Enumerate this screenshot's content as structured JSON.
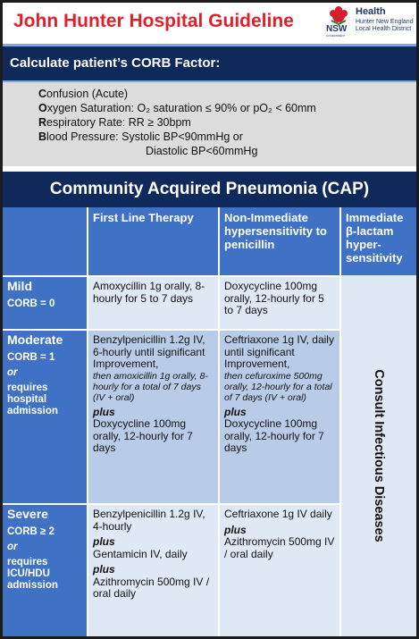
{
  "header": {
    "title": "John Hunter Hospital Guideline",
    "logo_health": "Health",
    "logo_district": "Hunter New England Local Health District",
    "logo_nsw": "NSW",
    "logo_gov": "GOVERNMENT"
  },
  "corb": {
    "title": "Calculate patient’s CORB Factor:",
    "lines": [
      {
        "key": "C",
        "rest": "onfusion (Acute)"
      },
      {
        "key": "O",
        "rest": "xygen Saturation: O₂ saturation ≤ 90% or pO₂ < 60mm"
      },
      {
        "key": "R",
        "rest": "espiratory Rate: RR ≥ 30bpm"
      },
      {
        "key": "B",
        "rest": "lood Pressure: Systolic BP<90mmHg or"
      },
      {
        "key": "",
        "rest": "Diastolic BP<60mmHg"
      }
    ]
  },
  "cap": {
    "title": "Community Acquired Pneumonia (CAP)",
    "headers": {
      "first_line": "First Line Therapy",
      "non_immediate": "Non-Immediate hypersensitivity to penicillin",
      "immediate": "Immediate β-lactam hyper-sensitivity"
    },
    "rows": [
      {
        "severity": "Mild",
        "corb": "CORB = 0",
        "or": "",
        "requires": "",
        "first_line": [
          "Amoxycillin 1g orally, 8-hourly for 5 to 7 days"
        ],
        "non_immediate": [
          "Doxycycline 100mg orally, 12-hourly for 5 to 7 days"
        ]
      },
      {
        "severity": "Moderate",
        "corb": "CORB = 1",
        "or": "or",
        "requires": "requires hospital admission",
        "first_line_main": "Benzylpenicillin 1.2g IV, 6-hourly until significant Improvement,",
        "first_line_then": "then amoxicillin 1g orally, 8-hourly for a total of 7 days (IV + oral)",
        "first_line_plus": "plus",
        "first_line_add": "Doxycycline 100mg orally, 12-hourly for 7 days",
        "non_immediate_main": "Ceftriaxone 1g IV, daily until significant Improvement,",
        "non_immediate_then": "then cefuroxime 500mg orally, 12-hourly for a total of 7 days (IV + oral)",
        "non_immediate_plus": "plus",
        "non_immediate_add": "Doxycycline 100mg orally, 12-hourly for 7 days"
      },
      {
        "severity": "Severe",
        "corb": "CORB ≥ 2",
        "or": "or",
        "requires": "requires ICU/HDU admission",
        "first_line_main": "Benzylpenicillin 1.2g IV, 4-hourly",
        "first_line_plus1": "plus",
        "first_line_add1": "Gentamicin IV, daily",
        "first_line_plus2": "plus",
        "first_line_add2": "Azithromycin 500mg IV / oral daily",
        "non_immediate_main": "Ceftriaxone 1g IV daily",
        "non_immediate_plus": "plus",
        "non_immediate_add": "Azithromycin 500mg IV / oral daily"
      }
    ],
    "consult": "Consult Infectious Diseases"
  },
  "colors": {
    "title_red": "#e0202a",
    "navy": "#0f2a5a",
    "header_blue": "#3f72c4",
    "light_cell": "#dfe8f5",
    "mid_cell": "#b8cce8",
    "criteria_grey": "#dcdcdc"
  }
}
